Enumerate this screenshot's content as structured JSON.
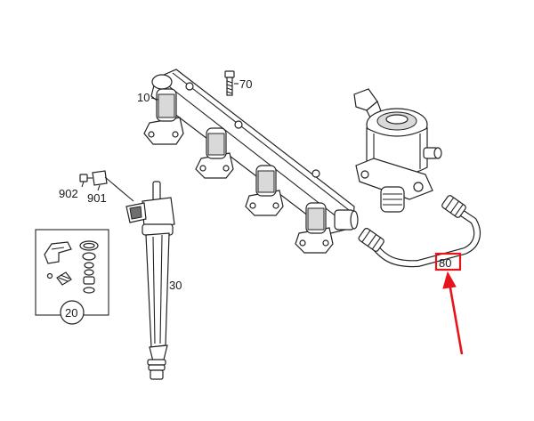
{
  "callouts": {
    "p10": "10",
    "p70": "70",
    "p902": "902",
    "p901": "901",
    "p30": "30",
    "p20": "20",
    "p80": "80"
  },
  "colors": {
    "highlight": "#e8141c",
    "ink": "#222222",
    "shade": "#d9d9d9"
  }
}
